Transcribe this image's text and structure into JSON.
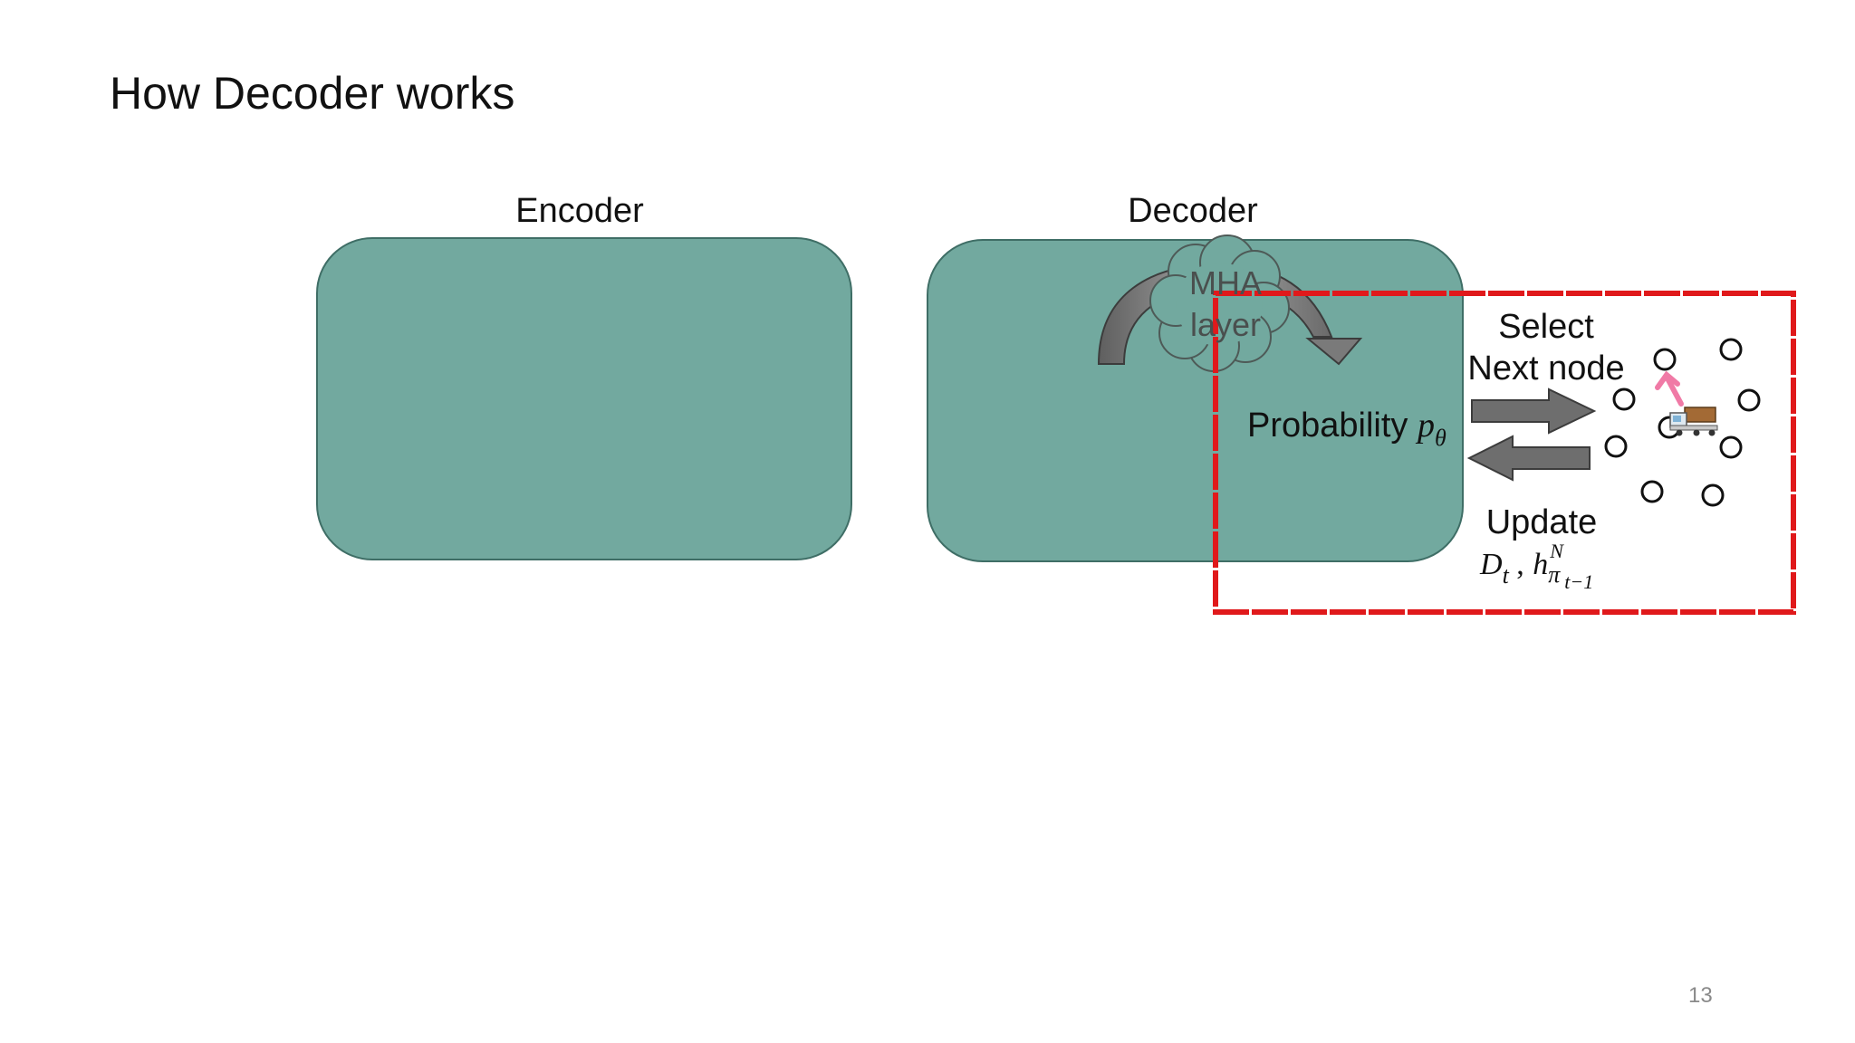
{
  "slide": {
    "title": "How Decoder works",
    "page_number": "13"
  },
  "encoder": {
    "label": "Encoder"
  },
  "decoder": {
    "label": "Decoder",
    "mha_line1": "MHA",
    "mha_line2": "layer",
    "probability_text": "Probability",
    "probability_symbol": "p",
    "probability_sub": "θ"
  },
  "actions": {
    "select_line1": "Select",
    "select_line2": "Next node",
    "update_label": "Update",
    "update_d": "D",
    "update_d_sub": "t",
    "update_sep": " ,",
    "update_h": "h",
    "update_h_sup": "N",
    "update_h_sub": "π",
    "update_h_subsub": "t−1"
  },
  "colors": {
    "block_fill": "#72a99f",
    "highlight_border": "#e0191b",
    "arrow_gray": "#6e6e6e",
    "move_arrow": "#f07aa6"
  }
}
